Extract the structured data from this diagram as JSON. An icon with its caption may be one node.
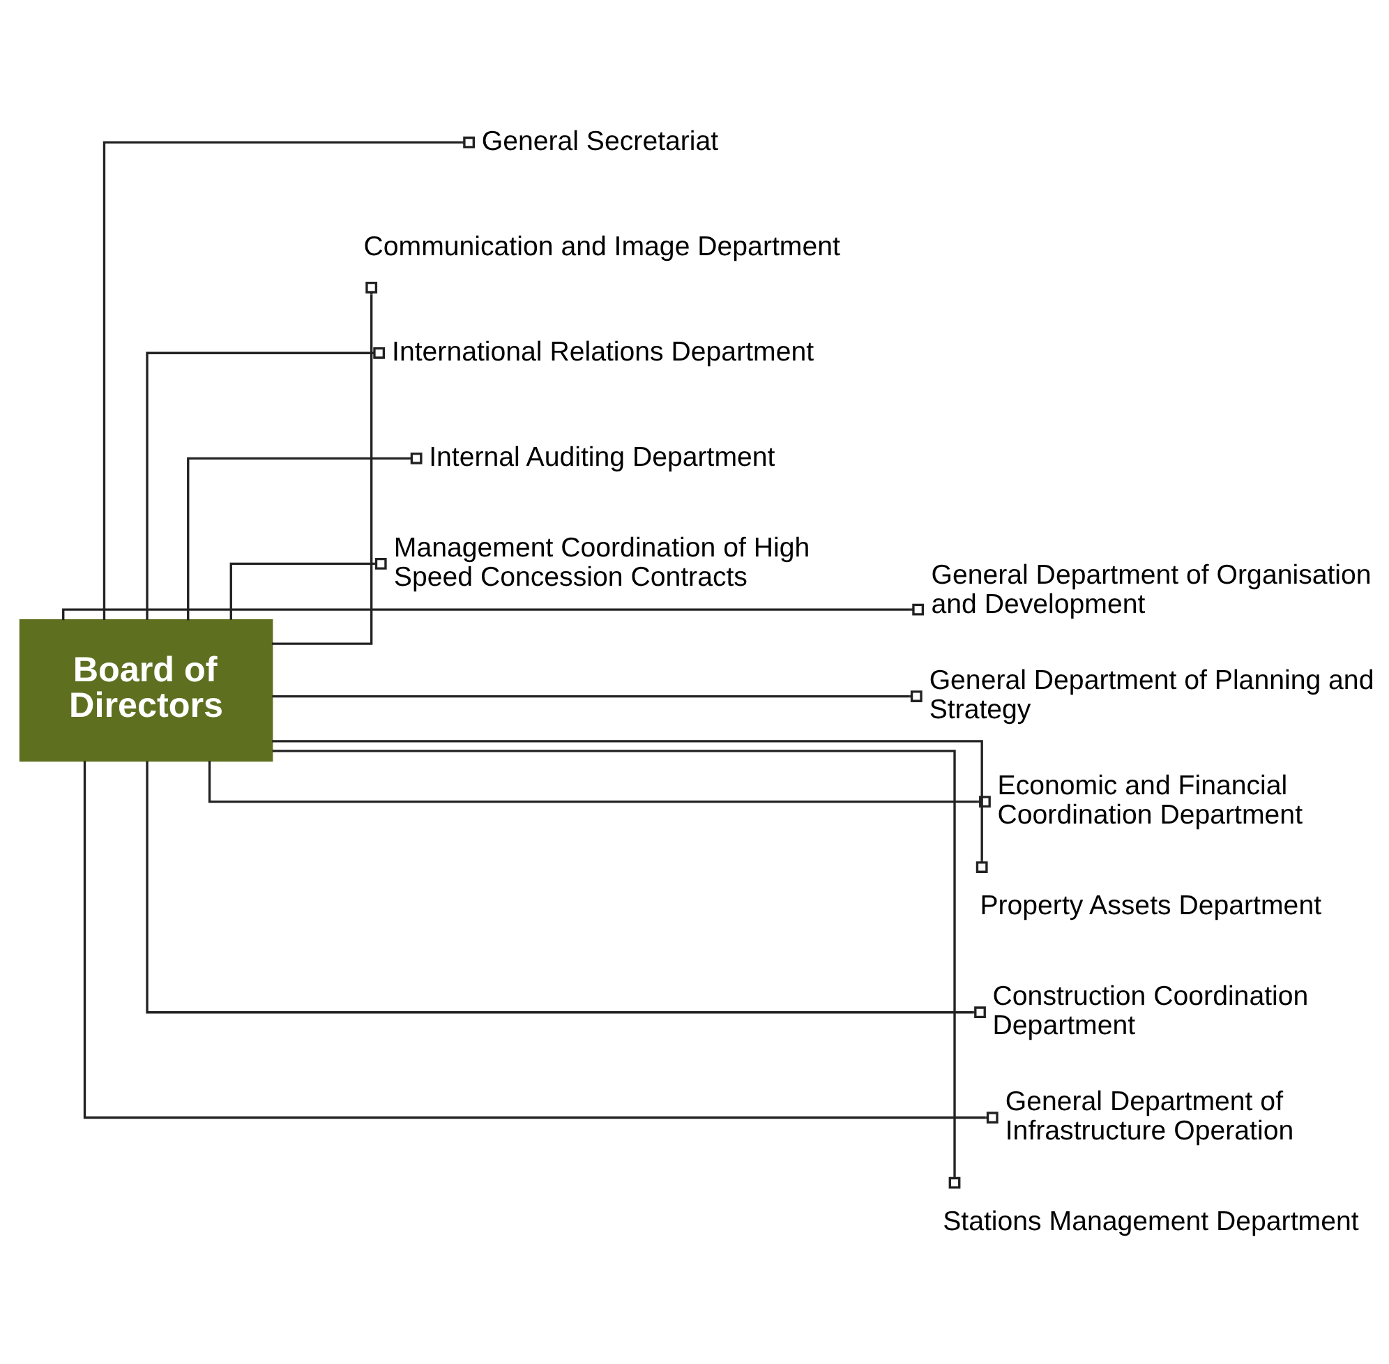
{
  "diagram": {
    "nodes": [
      {
        "text": [
          "Board of Directors"
        ]
      },
      {
        "text": [
          "General Secretariat"
        ]
      },
      {
        "text": [
          "Communication and Image Department"
        ]
      },
      {
        "text": [
          "International Relations Department"
        ]
      },
      {
        "text": [
          "Internal Auditing Department"
        ]
      },
      {
        "text": [
          "Management Coordination of High Speed Concession Contracts"
        ]
      },
      {
        "text": [
          "General Department of Organisation and Development"
        ]
      },
      {
        "text": [
          "General Department of Planning and Strategy"
        ]
      },
      {
        "text": [
          "Economic and Financial Coordination Department"
        ]
      },
      {
        "text": [
          "Property Assets Department"
        ]
      },
      {
        "text": [
          "Construction Coordination Department"
        ]
      },
      {
        "text": [
          "General Department of Infrastructure Operation"
        ]
      },
      {
        "text": [
          "Stations Management Department"
        ]
      }
    ],
    "edges": [
      {
        "from": 0,
        "to": 1,
        "arrow": "other"
      },
      {
        "from": 0,
        "to": 2,
        "arrow": "other"
      },
      {
        "from": 0,
        "to": 3,
        "arrow": "other"
      },
      {
        "from": 0,
        "to": 4,
        "arrow": "other"
      },
      {
        "from": 0,
        "to": 5,
        "arrow": "other"
      },
      {
        "from": 0,
        "to": 6,
        "arrow": "other"
      },
      {
        "from": 0,
        "to": 7,
        "arrow": "other"
      },
      {
        "from": 0,
        "to": 8,
        "arrow": "other"
      },
      {
        "from": 0,
        "to": 9,
        "arrow": "other"
      },
      {
        "from": 0,
        "to": 10,
        "arrow": "other"
      },
      {
        "from": 0,
        "to": 11,
        "arrow": "other"
      },
      {
        "from": 0,
        "to": 12,
        "arrow": "other"
      }
    ]
  }
}
